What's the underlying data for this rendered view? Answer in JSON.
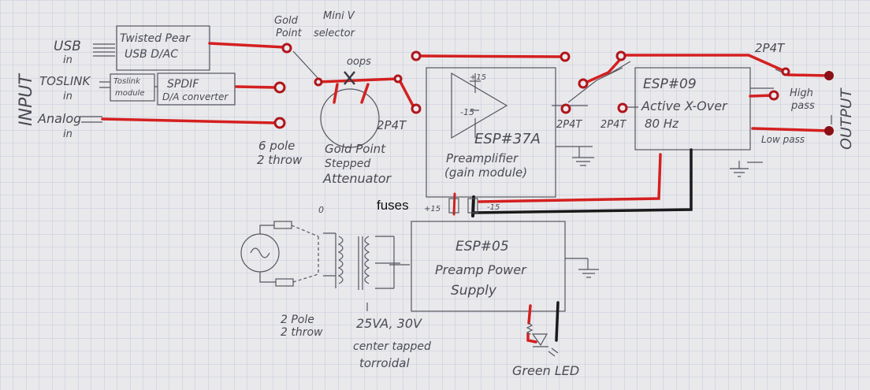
{
  "colors": {
    "paper": "#e9e9ec",
    "grid": "#b7c0d6",
    "pencil": "#55555e",
    "red": "#d42020",
    "black": "#1a1a1a"
  },
  "input": {
    "title": "INPUT",
    "usb": "USB",
    "in1": "in",
    "toslink": "TOSLINK",
    "in2": "in",
    "analog": "Analog",
    "in3": "in"
  },
  "output": {
    "title": "OUTPUT",
    "high": "High",
    "pass": "pass",
    "low": "Low pass"
  },
  "usb_dac": {
    "line1": "Twisted Pear",
    "line2": "USB D/AC"
  },
  "toslink_module": {
    "line1": "Toslink",
    "line2": "module"
  },
  "spdif": {
    "line1": "SPDIF",
    "line2": "D/A converter"
  },
  "selector": {
    "l1": "Gold",
    "l2": "Point",
    "l3": "Mini V",
    "l4": "selector"
  },
  "oops": "oops",
  "switch6": {
    "l1": "6 pole",
    "l2": "2 throw"
  },
  "attenuator": {
    "l1": "Gold Point",
    "l2": "Stepped",
    "l3": "Attenuator"
  },
  "preamp": {
    "name": "ESP#37A",
    "l1": "Preamplifier",
    "l2": "(gain module)",
    "plus": "+15",
    "minus": "-15"
  },
  "labels_2p4t": {
    "a": "2P4T",
    "b": "2P4T",
    "c": "2P4T",
    "d": "2P4T"
  },
  "crossover": {
    "name": "ESP#09",
    "l1": "Active X-Over",
    "l2": "80 Hz"
  },
  "fuses": {
    "label": "fuses",
    "plus": "+15",
    "minus": "-15"
  },
  "power": {
    "name": "ESP#05",
    "l1": "Preamp Power",
    "l2": "Supply"
  },
  "switch2": {
    "zero": "0",
    "l1": "2 Pole",
    "l2": "2 throw"
  },
  "transformer": {
    "l1": "25VA, 30V",
    "l2": "center tapped",
    "l3": "torroidal"
  },
  "led": "Green LED"
}
